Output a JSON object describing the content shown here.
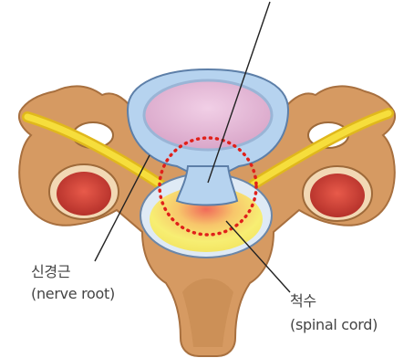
{
  "labels": {
    "nerve_root_ko": "신경근",
    "nerve_root_en": "(nerve root)",
    "spinal_cord_ko": "척수",
    "spinal_cord_en": "(spinal cord)"
  },
  "colors": {
    "bone": "#d69a62",
    "bone_shade": "#b47a45",
    "disc_outer": "#b6d3ef",
    "disc_inner": "#e7b9d8",
    "nerve": "#f0d22d",
    "cord": "#f7ee73",
    "cord_inflamed": "#f06a5a",
    "foramen_red": "#d8453b",
    "highlight_circle": "#e0201a",
    "leader_line": "#222222"
  },
  "icons": [
    "vertebra-illustration",
    "dotted-highlight-circle"
  ]
}
